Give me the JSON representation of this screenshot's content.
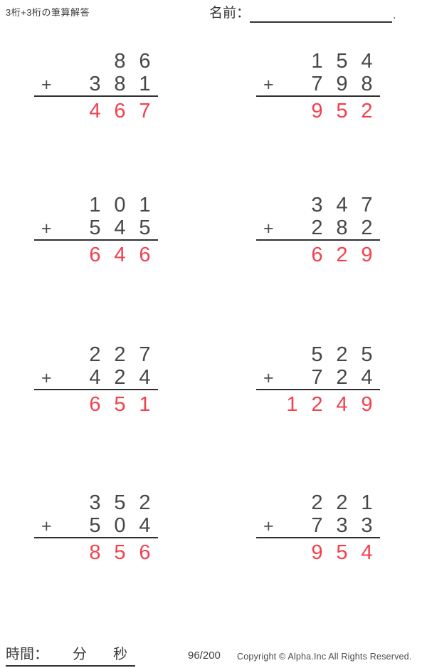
{
  "header": {
    "title": "3桁+3桁の筆算解答",
    "name_label": "名前：",
    "name_punctuation": "."
  },
  "problems": [
    {
      "operator": "+",
      "operand1": "86",
      "operand2": "381",
      "answer": "467"
    },
    {
      "operator": "+",
      "operand1": "154",
      "operand2": "798",
      "answer": "952"
    },
    {
      "operator": "+",
      "operand1": "101",
      "operand2": "545",
      "answer": "646"
    },
    {
      "operator": "+",
      "operand1": "347",
      "operand2": "282",
      "answer": "629"
    },
    {
      "operator": "+",
      "operand1": "227",
      "operand2": "424",
      "answer": "651"
    },
    {
      "operator": "+",
      "operand1": "525",
      "operand2": "724",
      "answer": "1249"
    },
    {
      "operator": "+",
      "operand1": "352",
      "operand2": "504",
      "answer": "856"
    },
    {
      "operator": "+",
      "operand1": "221",
      "operand2": "733",
      "answer": "954"
    }
  ],
  "colors": {
    "operand_digits": "#474747",
    "answer_digits": "#f1414d",
    "sum_line": "#2f2f2f"
  },
  "footer": {
    "time_label": "時間：",
    "minutes_label": "分",
    "seconds_label": "秒",
    "page_number": "96/200",
    "copyright": "Copyright © Alpha.Inc All Rights Reserved."
  }
}
